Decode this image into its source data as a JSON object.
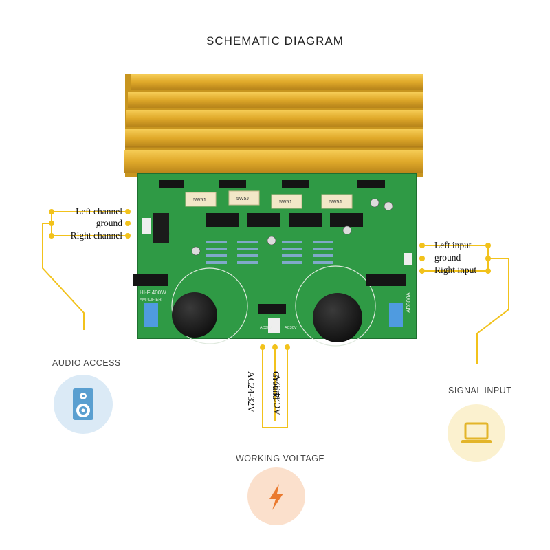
{
  "title": "SCHEMATIC DIAGRAM",
  "left_labels": {
    "left_channel": "Left channel",
    "ground": "ground",
    "right_channel": "Right channel"
  },
  "right_labels": {
    "left_input": "Left input",
    "ground": "ground",
    "right_input": "Right input"
  },
  "power_labels": {
    "ac_left": "AC24-32V",
    "ground": "Ground",
    "ac_right": "AC24-32V"
  },
  "sections": {
    "audio_access": {
      "label": "AUDIO ACCESS",
      "icon": "speaker-icon",
      "bg": "#dbeaf6",
      "color": "#5a9fd0"
    },
    "signal_input": {
      "label": "SIGNAL INPUT",
      "icon": "laptop-icon",
      "bg": "#fbf1cf",
      "color": "#e3b52a"
    },
    "working_voltage": {
      "label": "WORKING VOLTAGE",
      "icon": "lightning-icon",
      "bg": "#fbe0cc",
      "color": "#ea7a2f"
    }
  },
  "board_silkscreen": {
    "model": "AD300A",
    "product": "HI-FI400W",
    "sub": "AMPLIFIER",
    "resistor_label": "5W5J",
    "ac_left": "AC30V",
    "ac_right": "AC30V"
  },
  "colors": {
    "leader_line": "#f2c21b",
    "heatsink": "#e0a92a",
    "pcb": "#2f9a45"
  }
}
